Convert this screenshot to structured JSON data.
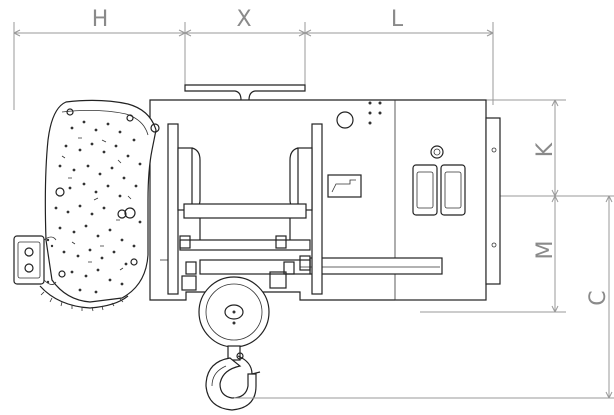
{
  "dimensions": {
    "H": "H",
    "X": "X",
    "L": "L",
    "K": "K",
    "M": "M",
    "C": "C"
  },
  "colors": {
    "outline": "#222222",
    "dimension": "#9a9a9a",
    "label": "#8a8a8a",
    "background": "#ffffff"
  }
}
